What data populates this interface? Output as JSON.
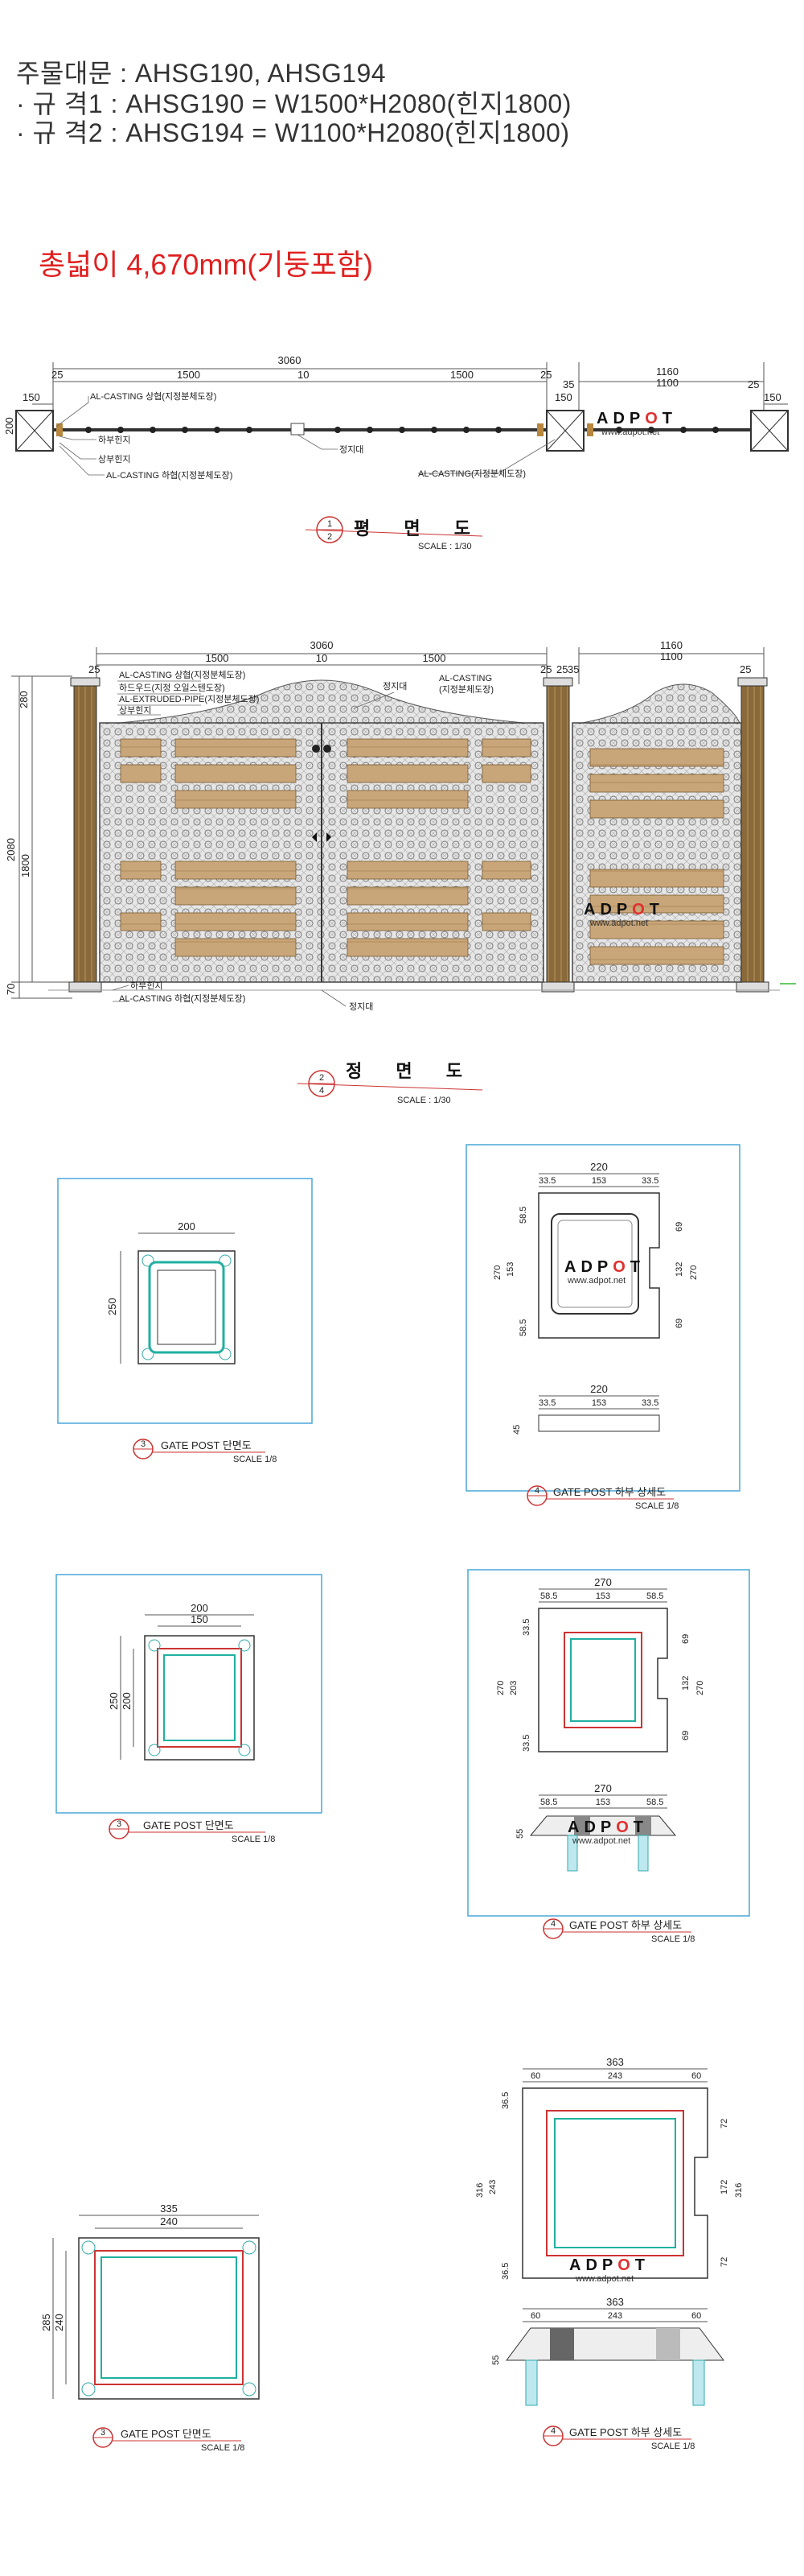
{
  "header": {
    "line1": "주물대문 : AHSG190, AHSG194",
    "line2": "· 규 격1 : AHSG190 = W1500*H2080(힌지1800)",
    "line3": "· 규 격2 : AHSG194 = W1100*H2080(힌지1800)"
  },
  "total_width": "총넓이 4,670mm(기둥포함)",
  "logo": {
    "text_a": "ADP",
    "text_o": "O",
    "text_b": "T",
    "web": "www.adpot.net"
  },
  "plan": {
    "dims": [
      "3060",
      "25",
      "1500",
      "10",
      "1500",
      "25",
      "150",
      "1160",
      "1100",
      "35",
      "25",
      "150",
      "150",
      "200"
    ],
    "labels": [
      "AL-CASTING 상협(지정분체도장)",
      "하부힌지",
      "상부힌지",
      "AL-CASTING 하협(지정분체도장)",
      "정지대",
      "AL-CASTING(지정분체도장)"
    ],
    "title": "평  면  도",
    "num": "1",
    "sub": "2",
    "scale": "SCALE : 1/30"
  },
  "elevation": {
    "dims": [
      "3060",
      "1500",
      "10",
      "1500",
      "25",
      "25",
      "25",
      "1160",
      "1100",
      "35",
      "25",
      "280",
      "2080",
      "1800",
      "70"
    ],
    "labels": [
      "AL-CASTING 상협(지정분체도장)",
      "하드우드(지정 오일스텐도장)",
      "AL-EXTRUDED-PIPE(지정분체도장)",
      "상부힌지",
      "정지대",
      "AL-CASTING",
      "(지정분체도장)",
      "하부힌지",
      "AL-CASTING 하협(지정분체도장)",
      "정지대"
    ],
    "title": "정  면  도",
    "num": "2",
    "sub": "4",
    "scale": "SCALE : 1/30"
  },
  "detail_rows": [
    {
      "left": {
        "dims": [
          "200",
          "250"
        ],
        "title": "GATE POST 단면도",
        "num": "3",
        "scale": "SCALE 1/8"
      },
      "right": {
        "dims_top": [
          "220",
          "33.5",
          "153",
          "33.5"
        ],
        "dims_side": [
          "270",
          "153",
          "58.5",
          "58.5",
          "69",
          "132",
          "69",
          "270"
        ],
        "dims_bot": [
          "220",
          "33.5",
          "153",
          "33.5",
          "45"
        ],
        "title": "GATE POST 하부 상세도",
        "num": "4",
        "scale": "SCALE 1/8"
      }
    },
    {
      "left": {
        "dims": [
          "200",
          "150",
          "250",
          "200"
        ],
        "title": "GATE POST 단면도",
        "num": "3",
        "scale": "SCALE 1/8"
      },
      "right": {
        "dims_top": [
          "270",
          "58.5",
          "153",
          "58.5"
        ],
        "dims_side": [
          "270",
          "203",
          "33.5",
          "33.5",
          "69",
          "132",
          "69",
          "270"
        ],
        "dims_bot": [
          "270",
          "58.5",
          "153",
          "58.5",
          "55"
        ],
        "title": "GATE POST 하부 상세도",
        "num": "4",
        "scale": "SCALE 1/8"
      }
    },
    {
      "left": {
        "dims": [
          "335",
          "240",
          "285",
          "240"
        ],
        "title": "GATE POST 단면도",
        "num": "3",
        "scale": "SCALE 1/8"
      },
      "right": {
        "dims_top": [
          "363",
          "60",
          "243",
          "60"
        ],
        "dims_side": [
          "316",
          "243",
          "36.5",
          "36.5",
          "72",
          "172",
          "72",
          "316"
        ],
        "dims_bot": [
          "363",
          "60",
          "243",
          "60",
          "55"
        ],
        "title": "GATE POST 하부 상세도",
        "num": "4",
        "scale": "SCALE 1/8"
      }
    }
  ]
}
